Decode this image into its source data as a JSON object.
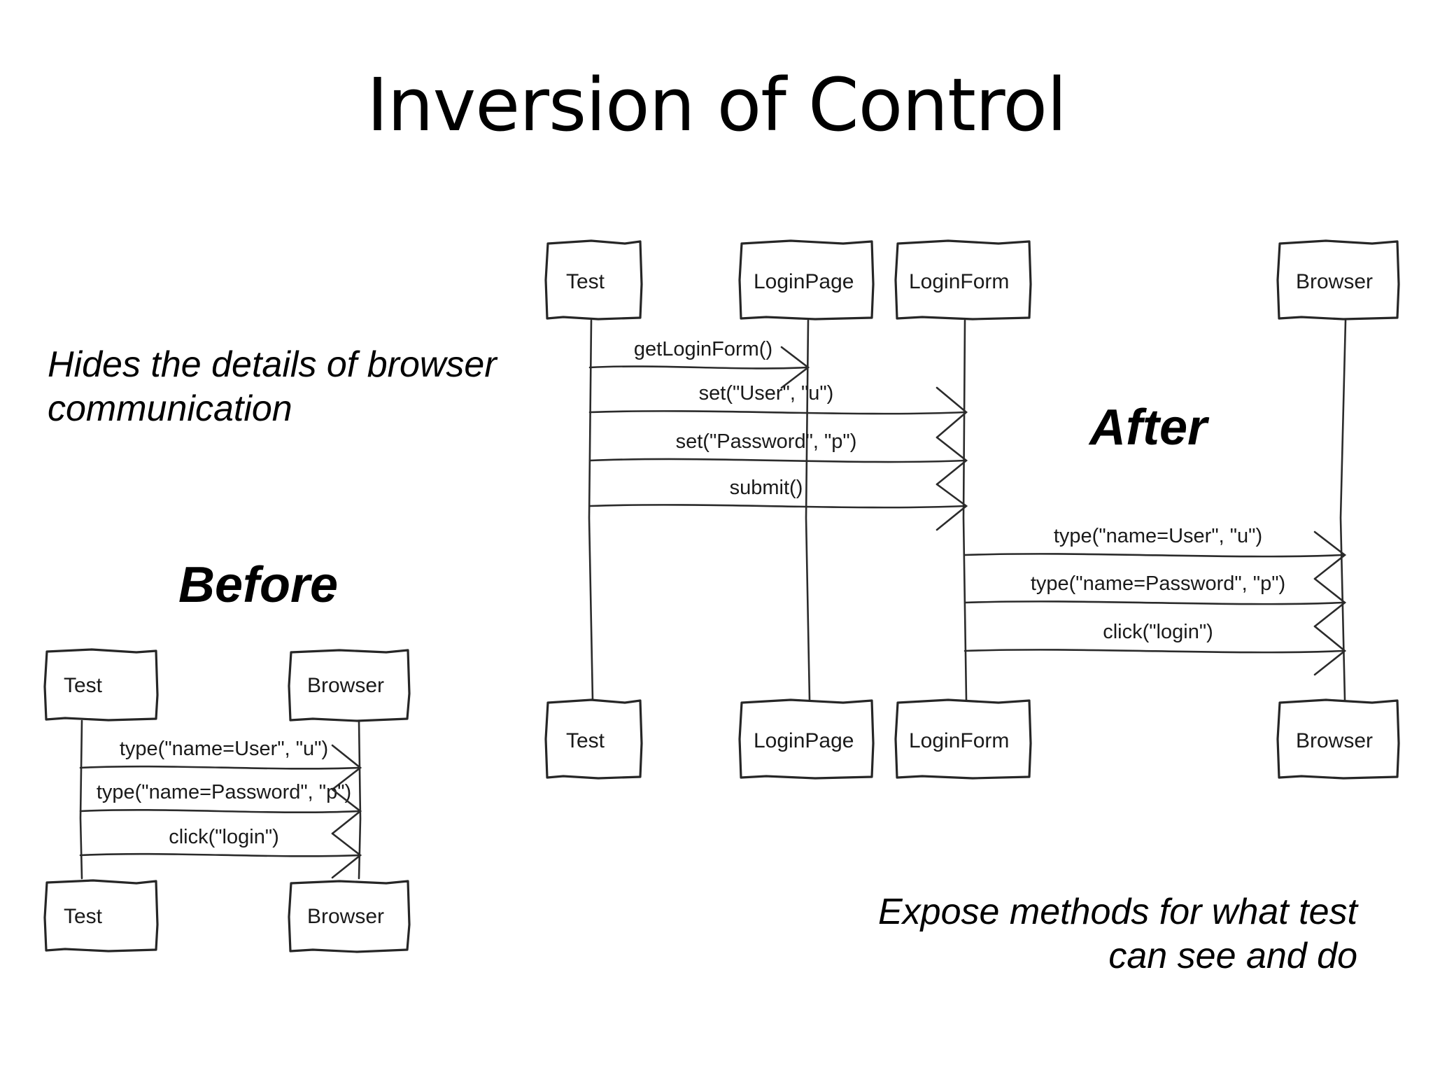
{
  "slide": {
    "title": "Inversion of Control",
    "background_color": "#ffffff",
    "ink_color": "#262626"
  },
  "captions": {
    "left": "Hides the details of browser communication",
    "right": "Expose methods for what test can see and do"
  },
  "sections": {
    "before_label": "Before",
    "after_label": "After"
  },
  "before_diagram": {
    "participants": [
      "Test",
      "Browser"
    ],
    "messages": [
      {
        "from": "Test",
        "to": "Browser",
        "label": "type(\"name=User\", \"u\")"
      },
      {
        "from": "Test",
        "to": "Browser",
        "label": "type(\"name=Password\", \"p\")"
      },
      {
        "from": "Test",
        "to": "Browser",
        "label": "click(\"login\")"
      }
    ],
    "footer_participants": [
      "Test",
      "Browser"
    ]
  },
  "after_diagram": {
    "participants": [
      "Test",
      "LoginPage",
      "LoginForm",
      "Browser"
    ],
    "messages": [
      {
        "from": "Test",
        "to": "LoginPage",
        "label": "getLoginForm()"
      },
      {
        "from": "Test",
        "to": "LoginForm",
        "label": "set(\"User\", \"u\")"
      },
      {
        "from": "Test",
        "to": "LoginForm",
        "label": "set(\"Password\", \"p\")"
      },
      {
        "from": "Test",
        "to": "LoginForm",
        "label": "submit()"
      },
      {
        "from": "LoginForm",
        "to": "Browser",
        "label": "type(\"name=User\", \"u\")"
      },
      {
        "from": "LoginForm",
        "to": "Browser",
        "label": "type(\"name=Password\", \"p\")"
      },
      {
        "from": "LoginForm",
        "to": "Browser",
        "label": "click(\"login\")"
      }
    ],
    "footer_participants": [
      "Test",
      "LoginPage",
      "LoginForm",
      "Browser"
    ]
  }
}
